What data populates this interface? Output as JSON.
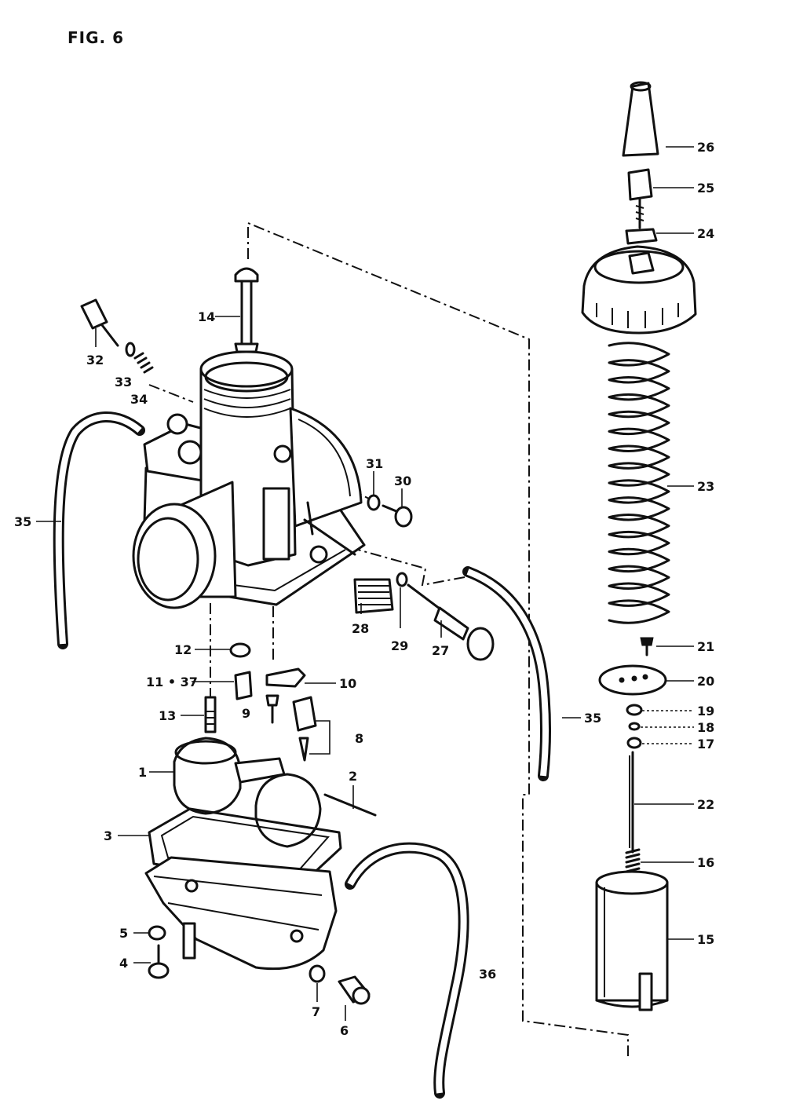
{
  "figure": {
    "title": "FIG. 6"
  },
  "callouts": {
    "c1": "1",
    "c2": "2",
    "c3": "3",
    "c4": "4",
    "c5": "5",
    "c6": "6",
    "c7": "7",
    "c8": "8",
    "c9": "9",
    "c10": "10",
    "c11_37": "11 • 37",
    "c12": "12",
    "c13": "13",
    "c14": "14",
    "c15": "15",
    "c16": "16",
    "c17": "17",
    "c18": "18",
    "c19": "19",
    "c20": "20",
    "c21": "21",
    "c22": "22",
    "c23": "23",
    "c24": "24",
    "c25": "25",
    "c26": "26",
    "c27": "27",
    "c28": "28",
    "c29": "29",
    "c30": "30",
    "c31": "31",
    "c32": "32",
    "c33": "33",
    "c34": "34",
    "c35_left": "35",
    "c35_right": "35",
    "c36": "36"
  }
}
